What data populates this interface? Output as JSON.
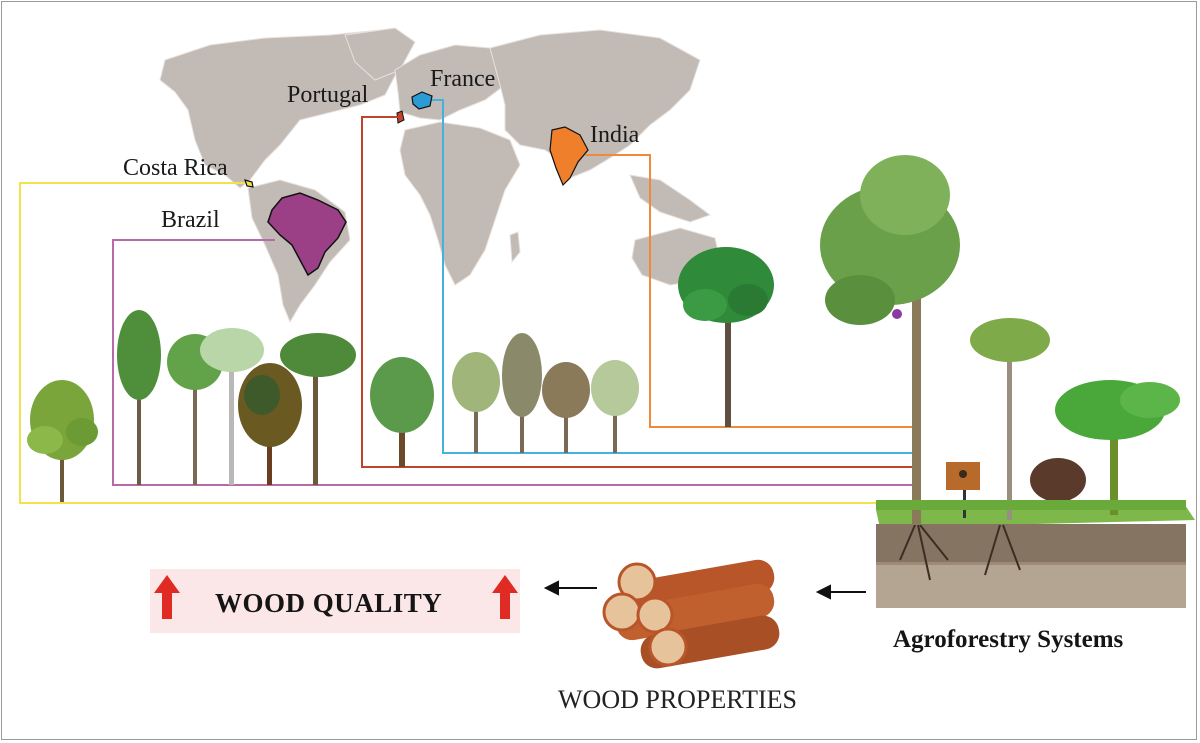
{
  "countries": {
    "costa_rica": "Costa Rica",
    "brazil": "Brazil",
    "portugal": "Portugal",
    "france": "France",
    "india": "India"
  },
  "outputs": {
    "wood_quality": "WOOD QUALITY",
    "wood_properties": "WOOD PROPERTIES",
    "agroforestry_systems": "Agroforestry Systems"
  },
  "colors": {
    "map_land": "#c2bab5",
    "costa_rica_line": "#f2e34c",
    "brazil": "#9b3f86",
    "brazil_line": "#b86aa8",
    "portugal": "#c0442d",
    "portugal_line": "#c0442d",
    "france": "#2b9bd6",
    "france_line": "#43b2df",
    "india": "#ef7f2b",
    "india_line": "#ee8a3a",
    "arrow_up": "#e02b24",
    "log": "#b8562a",
    "soil": "#9d8a77"
  },
  "icons": [
    "up-arrow-icon",
    "left-arrow-icon",
    "log-pile-icon",
    "tree-icon",
    "birdhouse-icon",
    "bird-icon"
  ]
}
